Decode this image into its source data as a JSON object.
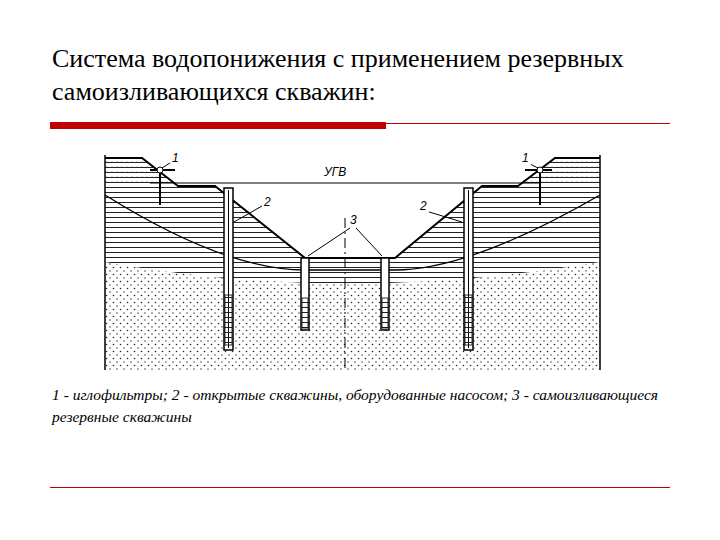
{
  "diagram": {
    "title": "Система водопонижения с применением резервных самоизливающихся скважин:",
    "caption": "1 - иглофильтры; 2 - открытые скважины, оборудованные насосом; 3 - самоизливающиеся резервные скважины",
    "labels": [
      "1",
      "1",
      "УГВ",
      "2",
      "2",
      "3"
    ]
  }
}
